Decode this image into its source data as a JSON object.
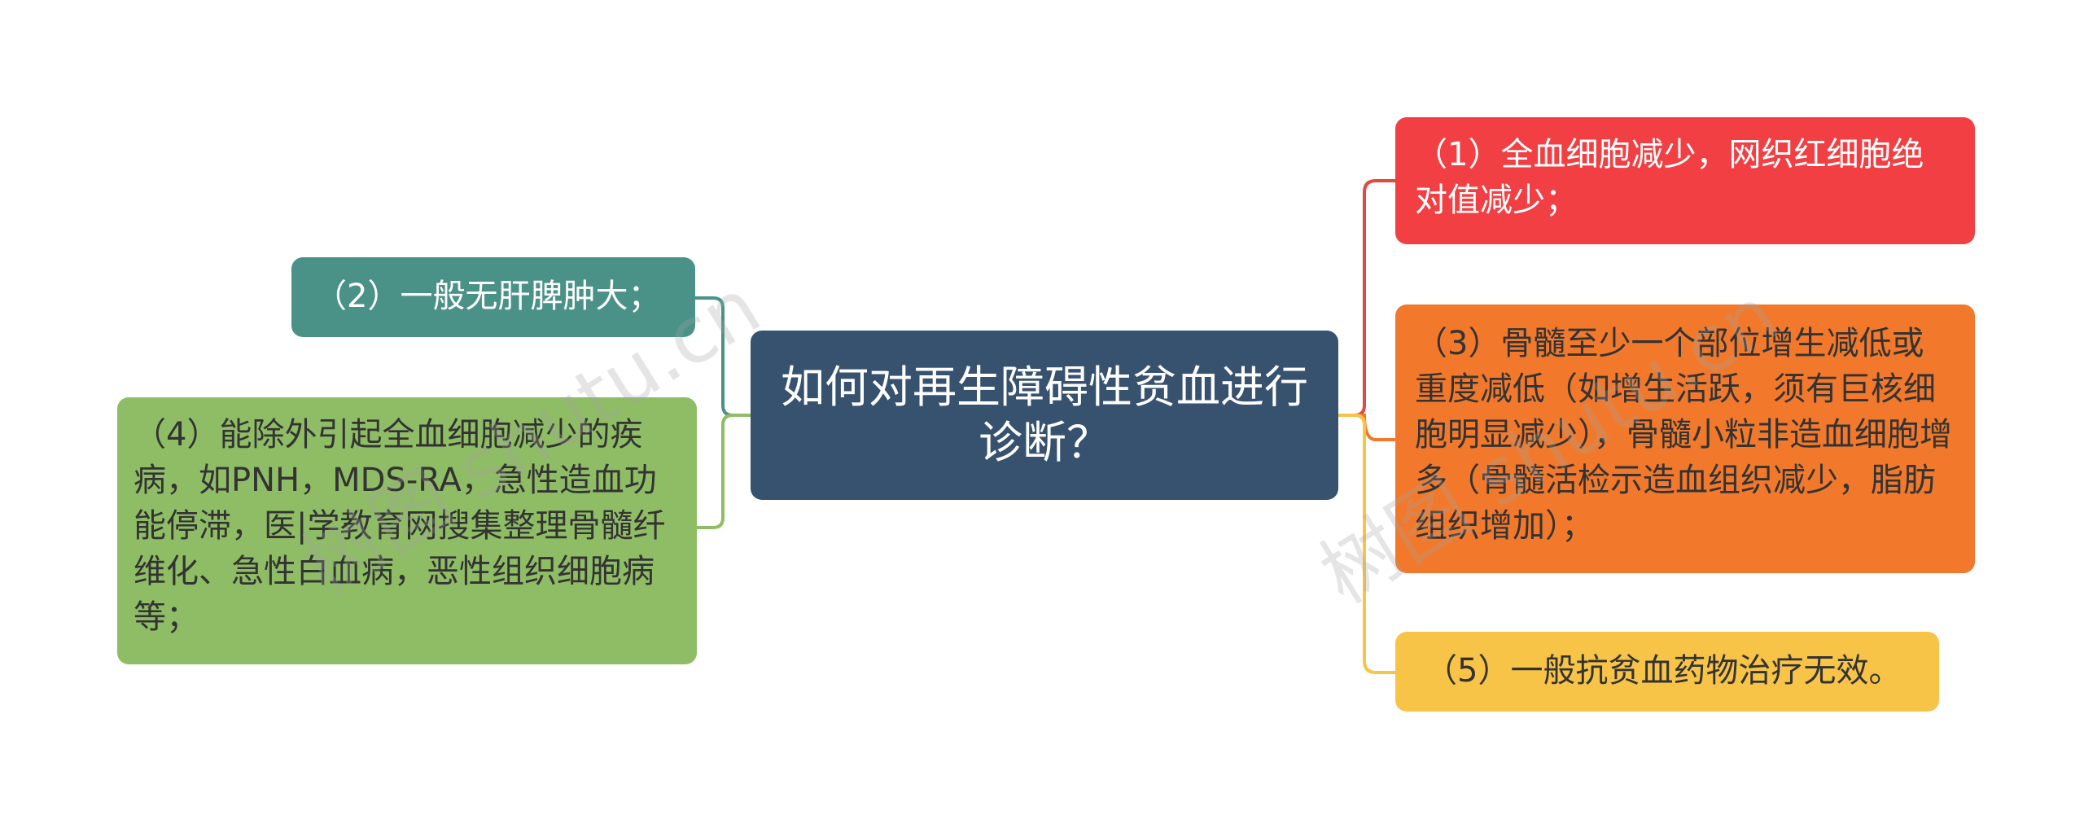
{
  "center": {
    "text": "如何对再生障碍性贫血进行诊断？"
  },
  "right_nodes": [
    {
      "text": "（1）全血细胞减少，网织红细胞绝对值减少；",
      "color": "#f23f43"
    },
    {
      "text": "（3）骨髓至少一个部位增生减低或重度减低（如增生活跃，须有巨核细胞明显减少），骨髓小粒非造血细胞增多（骨髓活检示造血组织减少，脂肪组织增加）；",
      "color": "#f2792b"
    },
    {
      "text": "（5）一般抗贫血药物治疗无效。",
      "color": "#f8c447"
    }
  ],
  "left_nodes": [
    {
      "text": "（2）一般无肝脾肿大；",
      "color": "#4a9288"
    },
    {
      "text": "（4）能除外引起全血细胞减少的疾病，如PNH，MDS-RA，急性造血功能停滞，医|学教育网搜集整理骨髓纤维化、急性白血病，恶性组织细胞病等；",
      "color": "#8fbd66"
    }
  ],
  "watermarks": [
    "树图 shutu.cn",
    "树图 shutu.cn"
  ]
}
